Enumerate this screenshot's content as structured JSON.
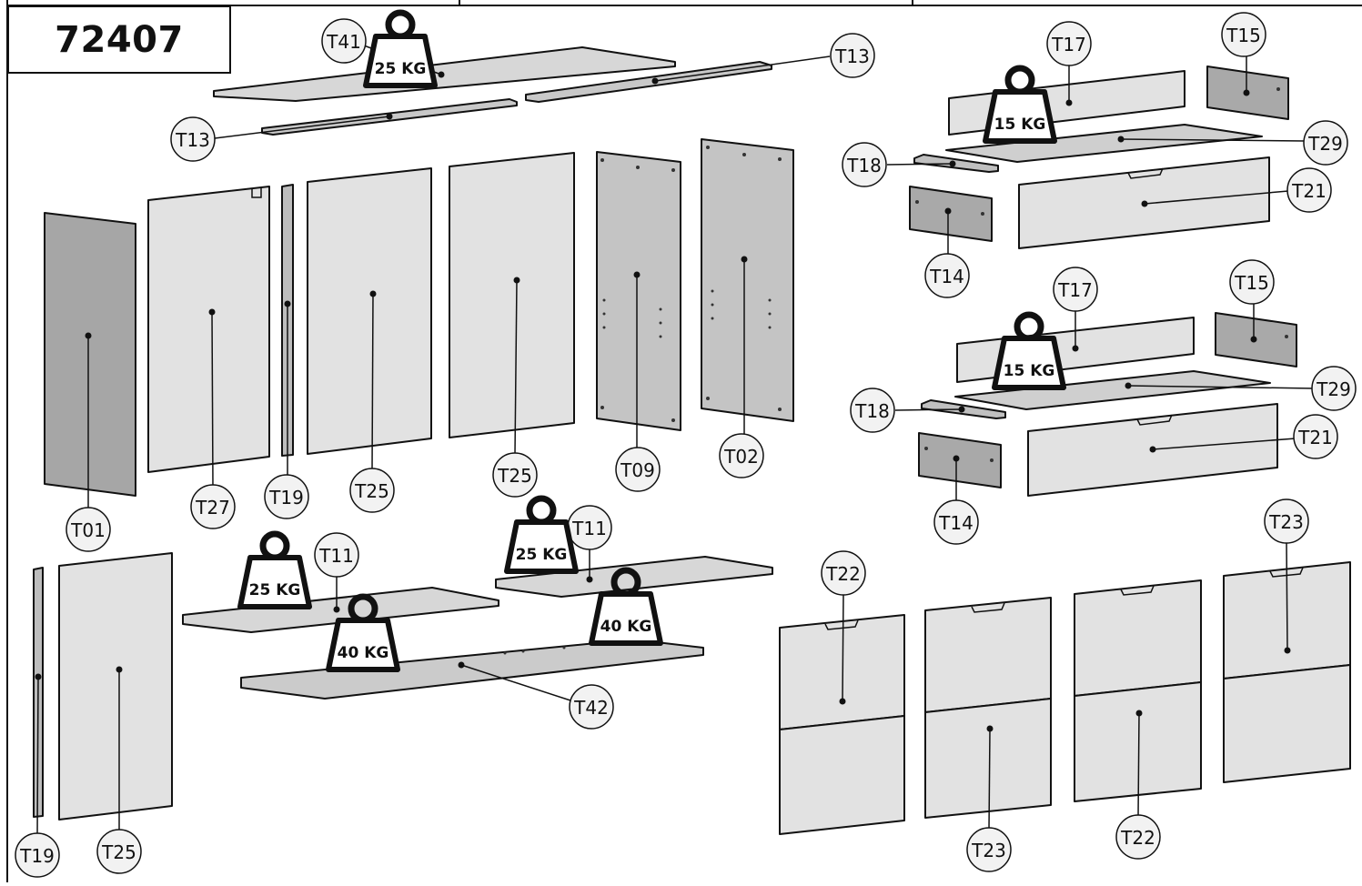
{
  "model_number": "72407",
  "colors": {
    "ink": "#111111",
    "panel_light": "#e4e4e4",
    "panel_mid": "#cfcfcf",
    "panel_dark": "#a9a9a9",
    "panel_darker": "#8f8f8f",
    "bubble": "#f2f2f2"
  },
  "part_labels": {
    "t41": "T41",
    "t13": "T13",
    "t17": "T17",
    "t15": "T15",
    "t29": "T29",
    "t18": "T18",
    "t21": "T21",
    "t14": "T14",
    "t01": "T01",
    "t27": "T27",
    "t19": "T19",
    "t25": "T25",
    "t09": "T09",
    "t02": "T02",
    "t11": "T11",
    "t42": "T42",
    "t22": "T22",
    "t23": "T23"
  },
  "weight_labels": {
    "w25": "25 KG",
    "w15": "15 KG",
    "w40": "40 KG"
  }
}
